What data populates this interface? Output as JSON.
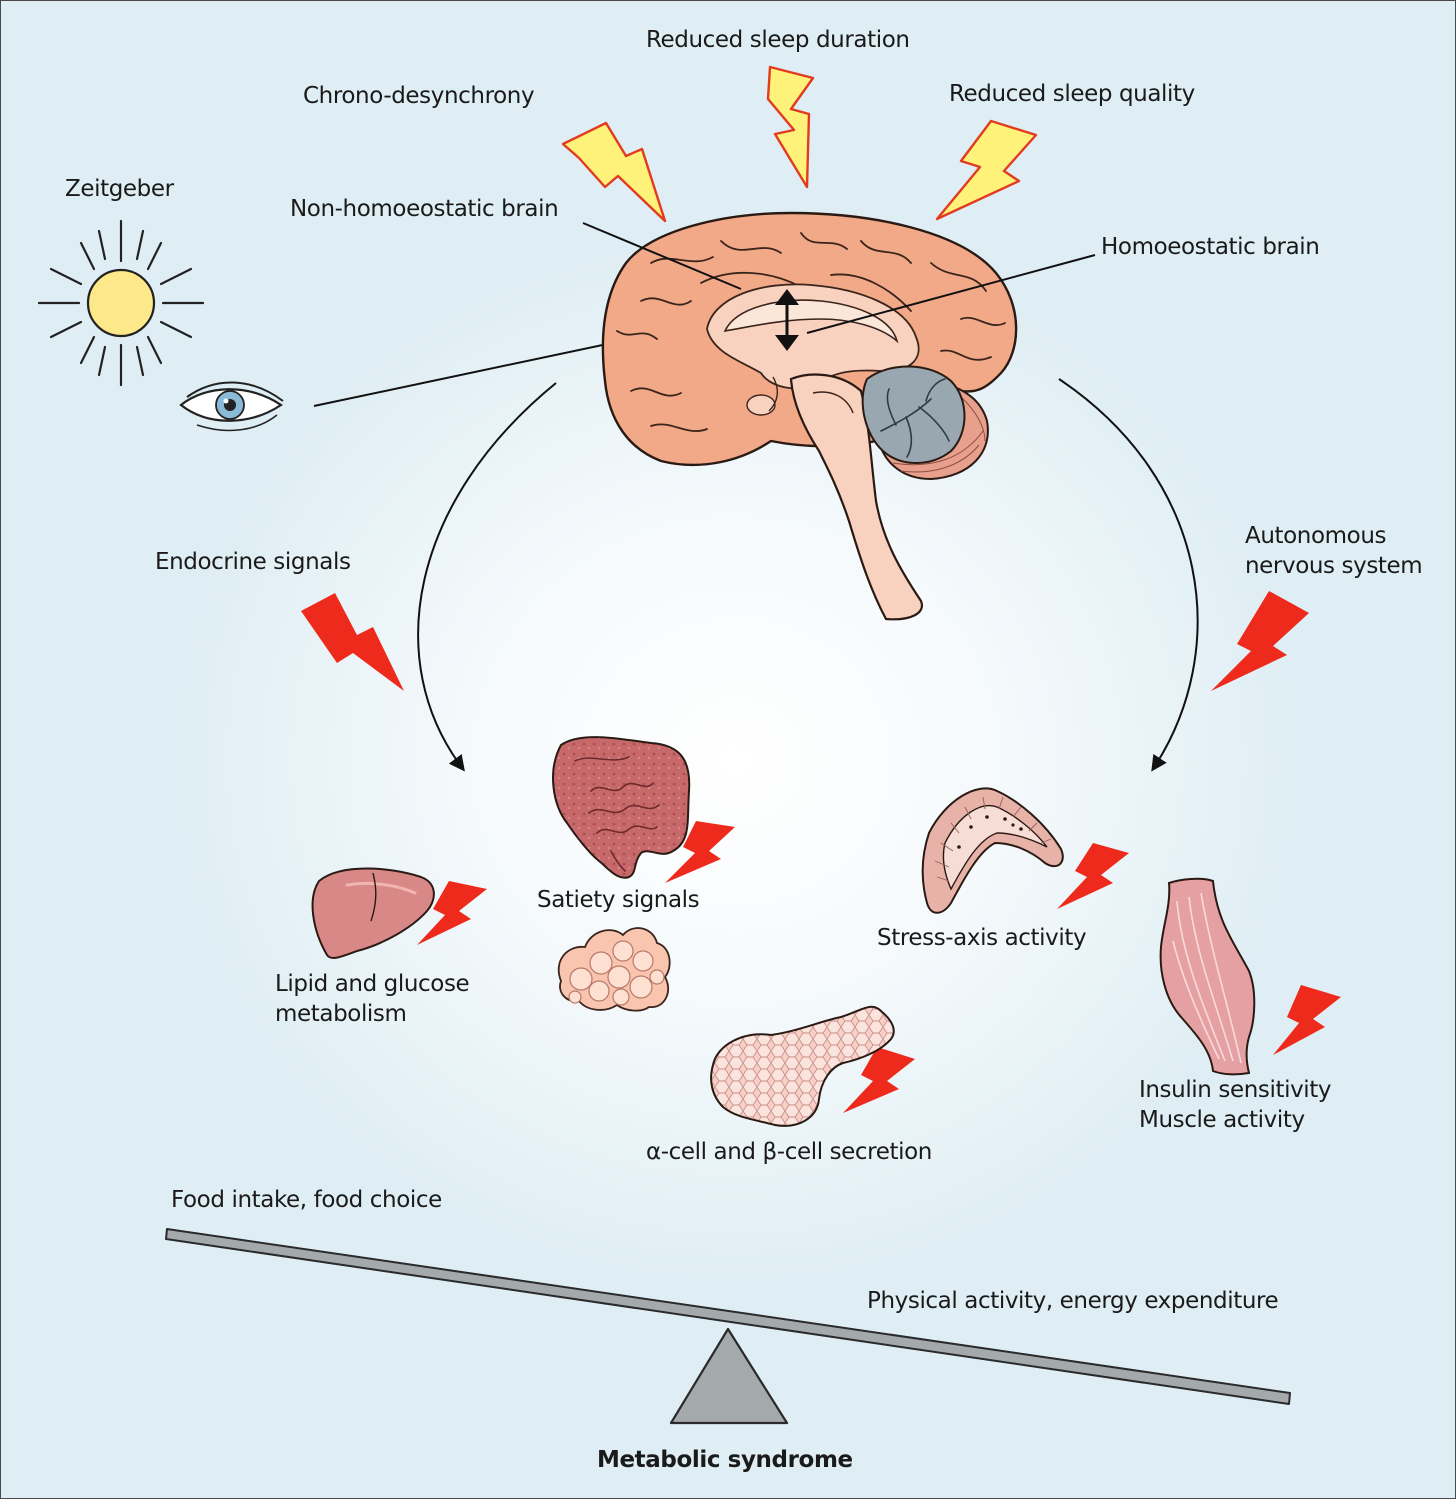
{
  "labels": {
    "reduced_sleep_duration": "Reduced sleep duration",
    "chrono_desynchrony": "Chrono-desynchrony",
    "reduced_sleep_quality": "Reduced sleep quality",
    "zeitgeber": "Zeitgeber",
    "non_homoeostatic_brain": "Non-homoeostatic brain",
    "homoeostatic_brain": "Homoeostatic brain",
    "endocrine_signals": "Endocrine signals",
    "autonomous_nervous_system": [
      "Autonomous",
      "nervous system"
    ],
    "satiety_signals": "Satiety signals",
    "stress_axis_activity": "Stress-axis activity",
    "lipid_glucose_metabolism": [
      "Lipid and glucose",
      "metabolism"
    ],
    "insulin_muscle": [
      "Insulin sensitivity",
      "Muscle activity"
    ],
    "alpha_beta_cell_secretion": "α-cell and β-cell secretion",
    "food_intake": "Food intake, food choice",
    "physical_activity": "Physical activity, energy expenditure",
    "metabolic_syndrome": "Metabolic syndrome"
  },
  "colors": {
    "disruptor_bolt_fill": "#fff27a",
    "disruptor_bolt_stroke": "#e23b1f",
    "red_bolt": "#ee2a1c",
    "brain_cortex": "#f2a988",
    "brain_inner": "#f9d2bf",
    "cerebellum": "#98a7b0",
    "sun_fill": "#fde98a",
    "seesaw": "#a4a9ac",
    "organ_red": "#c86a6a"
  },
  "icons": [
    "sun-icon",
    "eye-icon",
    "brain-icon",
    "lightning-bolt-icon",
    "intestine-icon",
    "adipose-icon",
    "liver-icon",
    "adrenal-icon",
    "muscle-icon",
    "pancreas-icon",
    "seesaw-icon"
  ]
}
